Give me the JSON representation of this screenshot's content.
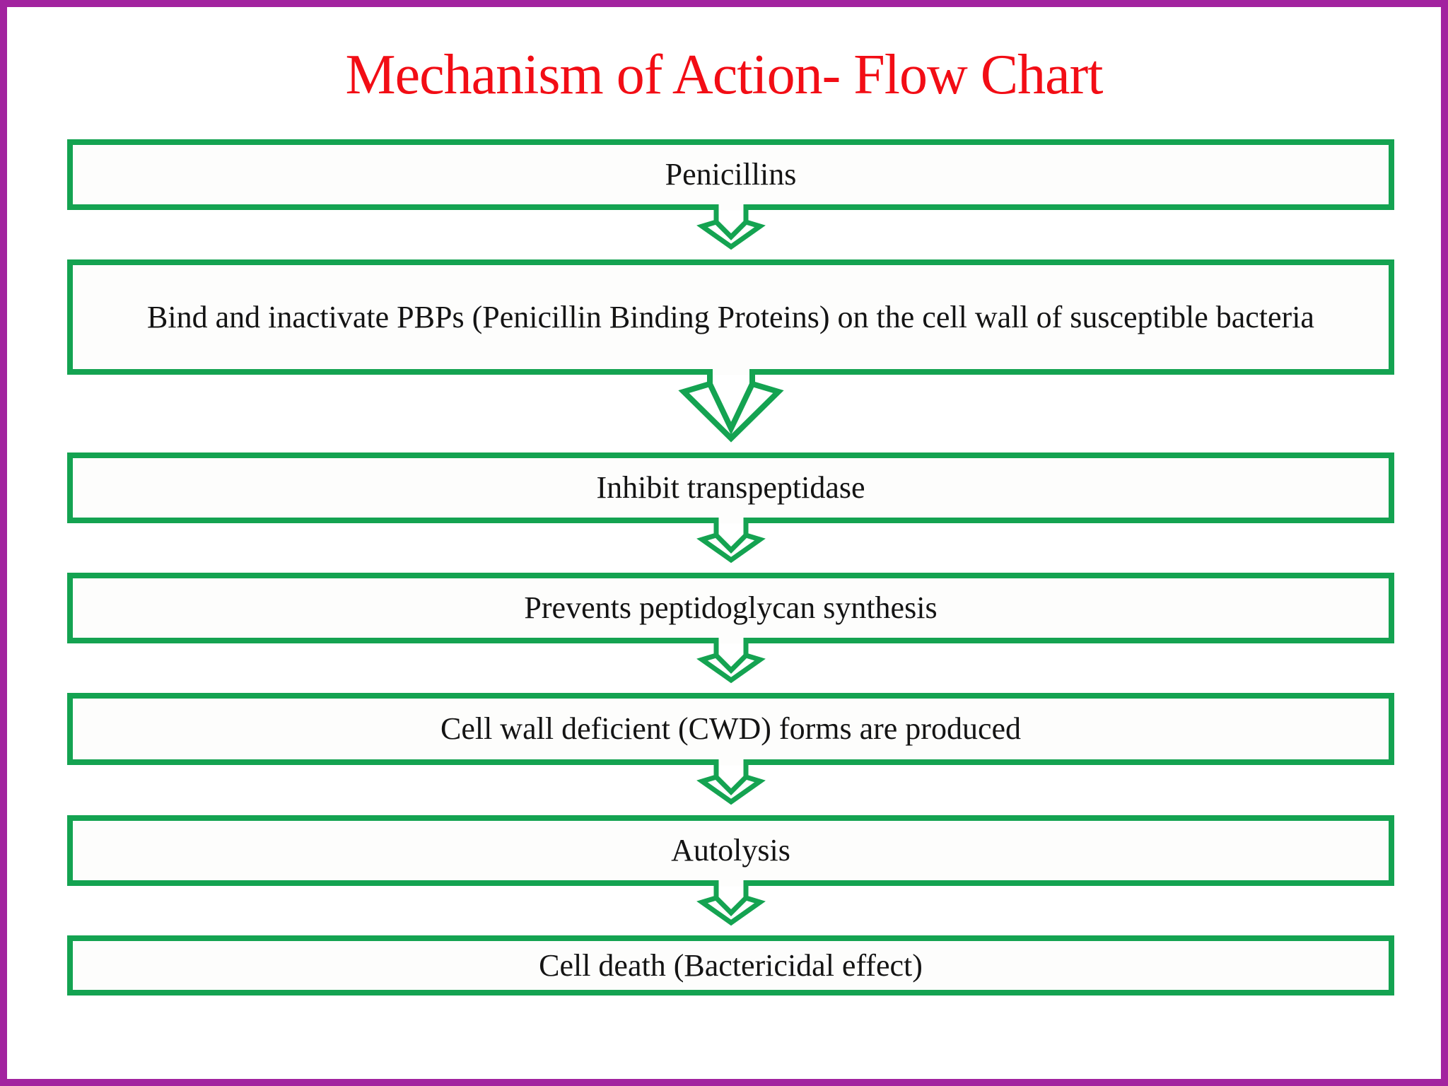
{
  "title": "Mechanism of Action- Flow Chart",
  "steps": [
    {
      "label": "Penicillins"
    },
    {
      "label": "Bind and inactivate PBPs (Penicillin Binding Proteins) on the cell wall of susceptible bacteria"
    },
    {
      "label": "Inhibit transpeptidase"
    },
    {
      "label": "Prevents peptidoglycan synthesis"
    },
    {
      "label": "Cell wall deficient (CWD) forms are produced"
    },
    {
      "label": "Autolysis"
    },
    {
      "label": "Cell death (Bactericidal effect)"
    }
  ],
  "colors": {
    "title_red": "#f20d15",
    "box_border_green": "#14a351",
    "frame_purple": "#a2239f",
    "text_black": "#141414"
  }
}
